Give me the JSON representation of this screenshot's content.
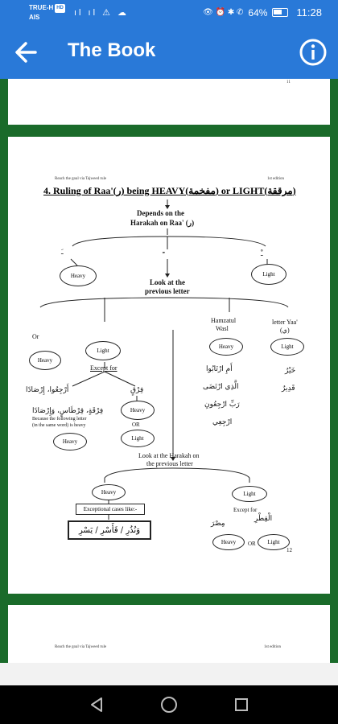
{
  "status_bar": {
    "carrier_1": "TRUE-H",
    "carrier_badge": "HD",
    "carrier_2": "AIS",
    "left_icons": "ıl ıl ⚠ ☁",
    "right_icons": "👁 ⏰ ✱ ✆",
    "battery": "64%",
    "time": "11:28"
  },
  "app_bar": {
    "title": "The Book",
    "back_icon": "arrow-left",
    "info_icon": "info-circle"
  },
  "pages": {
    "top_page_number": "11",
    "main": {
      "header_left": "Reach the goal via Tajweed rule",
      "header_right": "1st edition",
      "title": "4. Ruling of Raa'(ر) being HEAVY(مفخمة) or LIGHT(مرققة)",
      "depends_1": "Depends on the",
      "depends_2": "Harakah on Raa' (ر)",
      "heavy": "Heavy",
      "light": "Light",
      "look_prev_1": "Look at the",
      "look_prev_2": "previous letter",
      "or_label": "Or",
      "hamzatul_1": "Hamzatul",
      "hamzatul_2": "Wasl",
      "letter_yaa_1": "letter Yaa'",
      "letter_yaa_2": "(ي)",
      "except_for": "Except for",
      "or_small": "OR",
      "because_1": "Because the following letter",
      "because_2": "(in the same word) is heavy",
      "look_harakah_1": "Look at the Harakah on",
      "look_harakah_2": "the previous letter",
      "exceptional": "Exceptional cases like:-",
      "examples_box": "وَنُذُرِ / فَأَسْرِ / يَسْرِ",
      "ar_1": "أَرْجِعُوا، إِرْصَادًا",
      "ar_2": "فِرْقَةٍ، قِرْطَاسٍ، وَإِرْصَادًا",
      "ar_3": "فِرْقٍ",
      "ar_4": "أَمِ ارْتَابُوا",
      "ar_5": "الَّذِي ارْتَضَى",
      "ar_6": "رَبِّ ارْجِعُونِ",
      "ar_7": "ارْجِعِي",
      "ar_8": "خَيْرٌ",
      "ar_9": "قَدِيرٌ",
      "ar_10": "الْقِطْرِ",
      "ar_11": "مِصْرَ",
      "page_number": "12"
    },
    "bottom": {
      "header_left": "Reach the goal via Tajweed rule",
      "header_right": "1st edition"
    }
  },
  "nav_bar": {
    "back": "nav-back-triangle",
    "home": "nav-home-circle",
    "recents": "nav-recents-square"
  },
  "colors": {
    "primary": "#2979d8",
    "background_frame": "#1a6b2a",
    "page": "#ffffff",
    "nav": "#000000"
  }
}
